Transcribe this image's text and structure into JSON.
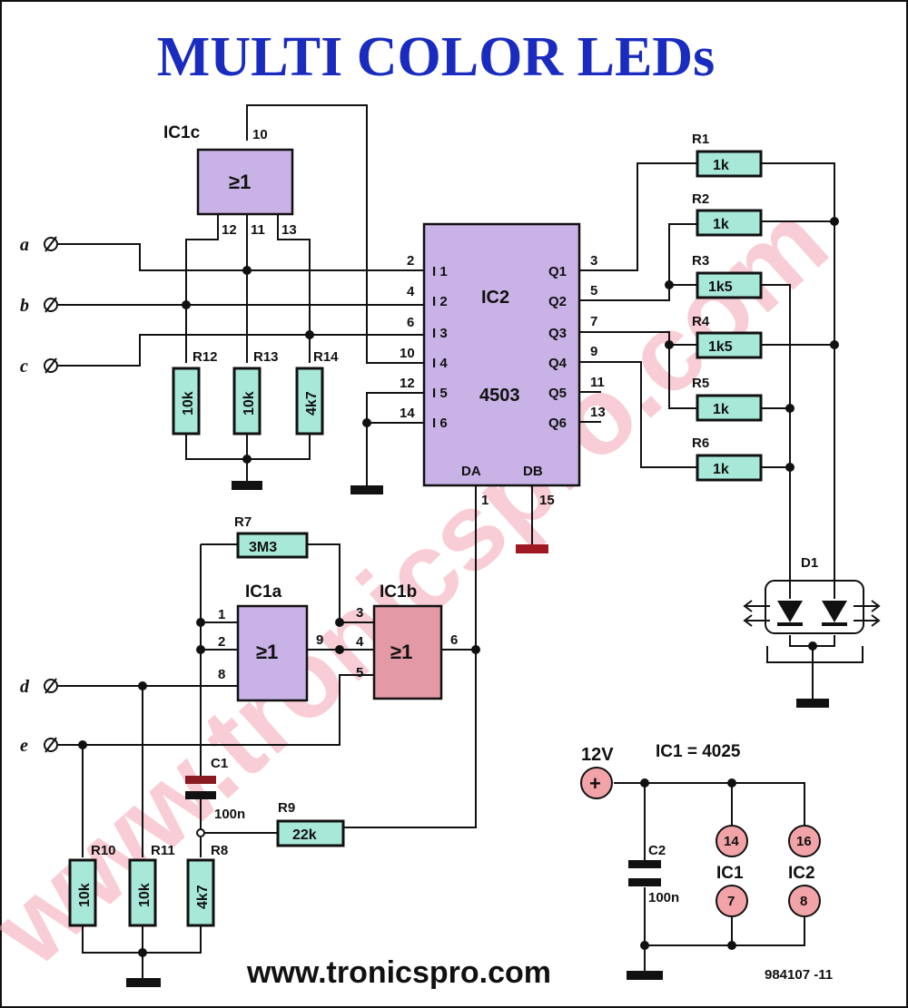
{
  "title": "MULTI COLOR LEDs",
  "website": "www.tronicspro.com",
  "reference": "984107 -11",
  "watermark": "www.tronicspro.com",
  "colors": {
    "title": "#1a2bbf",
    "ic": "#c9b3e6",
    "ic_red": "#e39aa6",
    "resistor": "#a8e8d8",
    "watermark": "#f3a6b3",
    "pin_circle": "#f2a3a8"
  },
  "inputs": {
    "a": "a",
    "b": "b",
    "c": "c",
    "d": "d",
    "e": "e"
  },
  "ic2": {
    "name": "IC2",
    "type": "4503",
    "inputs": [
      "I 1",
      "I 2",
      "I 3",
      "I 4",
      "I 5",
      "I 6"
    ],
    "outputs": [
      "Q1",
      "Q2",
      "Q3",
      "Q4",
      "Q5",
      "Q6"
    ],
    "in_pins": [
      "2",
      "4",
      "6",
      "10",
      "12",
      "14"
    ],
    "out_pins": [
      "3",
      "5",
      "7",
      "9",
      "11",
      "13"
    ],
    "da": "DA",
    "db": "DB",
    "da_pin": "1",
    "db_pin": "15"
  },
  "ic1c": {
    "name": "IC1c",
    "symbol": "≥1",
    "pins": [
      "10",
      "12",
      "11",
      "13"
    ]
  },
  "ic1a": {
    "name": "IC1a",
    "symbol": "≥1",
    "pins": [
      "1",
      "2",
      "8",
      "9"
    ]
  },
  "ic1b": {
    "name": "IC1b",
    "symbol": "≥1",
    "pins": [
      "3",
      "4",
      "5",
      "6"
    ]
  },
  "resistors": {
    "r1": {
      "name": "R1",
      "value": "1k"
    },
    "r2": {
      "name": "R2",
      "value": "1k"
    },
    "r3": {
      "name": "R3",
      "value": "1k5"
    },
    "r4": {
      "name": "R4",
      "value": "1k5"
    },
    "r5": {
      "name": "R5",
      "value": "1k"
    },
    "r6": {
      "name": "R6",
      "value": "1k"
    },
    "r7": {
      "name": "R7",
      "value": "3M3"
    },
    "r8": {
      "name": "R8",
      "value": "4k7"
    },
    "r9": {
      "name": "R9",
      "value": "22k"
    },
    "r10": {
      "name": "R10",
      "value": "10k"
    },
    "r11": {
      "name": "R11",
      "value": "10k"
    },
    "r12": {
      "name": "R12",
      "value": "10k"
    },
    "r13": {
      "name": "R13",
      "value": "10k"
    },
    "r14": {
      "name": "R14",
      "value": "4k7"
    }
  },
  "c1": {
    "name": "C1",
    "value": "100n"
  },
  "c2": {
    "name": "C2",
    "value": "100n"
  },
  "d1": {
    "name": "D1"
  },
  "power": {
    "voltage": "12V",
    "ic_note": "IC1 = 4025",
    "plus": "+",
    "ic1_label": "IC1",
    "ic2_label": "IC2",
    "ic1_vdd": "14",
    "ic1_vss": "7",
    "ic2_vdd": "16",
    "ic2_vss": "8"
  }
}
